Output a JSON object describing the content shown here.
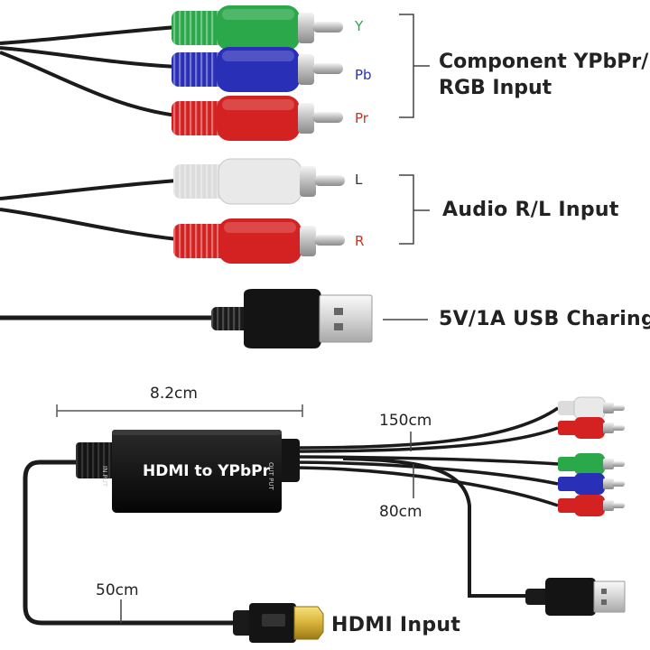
{
  "labels": {
    "y": "Y",
    "pb": "Pb",
    "pr": "Pr",
    "l": "L",
    "r": "R",
    "component_line1": "Component YPbPr/",
    "component_line2": "RGB Input",
    "audio": "Audio R/L Input",
    "usb": "5V/1A USB Charing",
    "box": "HDMI to YPbPr",
    "box_in": "IN PUT",
    "box_out": "OUT PUT",
    "width": "8.2cm",
    "len150": "150cm",
    "len80": "80cm",
    "len50": "50cm",
    "hdmi": "HDMI Input"
  },
  "colors": {
    "y": "#2aa84a",
    "pb": "#2a2fb8",
    "pr": "#d42222",
    "white_plug": "#e6e6e6",
    "text_dark": "#222222",
    "label_green": "#2aa84a",
    "label_blue": "#2a2fb8",
    "label_red": "#c8321e"
  }
}
